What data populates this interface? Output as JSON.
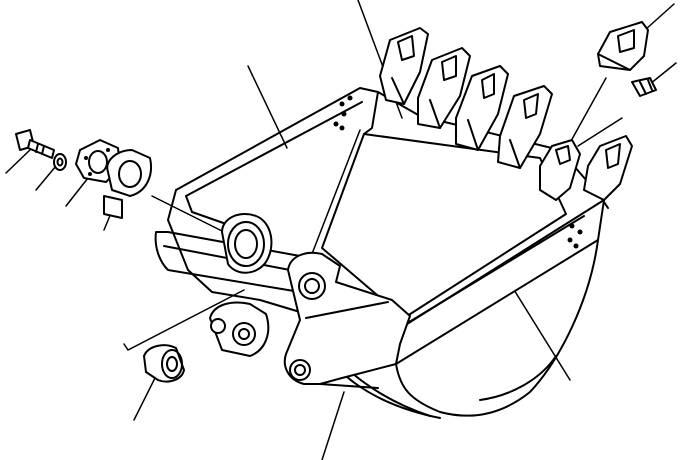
{
  "figure": {
    "description_text": "",
    "parts": [
      {
        "id": "bucket-body"
      },
      {
        "id": "tooth-row"
      },
      {
        "id": "tooth-tip"
      },
      {
        "id": "lock-pin"
      },
      {
        "id": "side-cutter"
      },
      {
        "id": "bolt"
      },
      {
        "id": "washer"
      },
      {
        "id": "flange-plate"
      },
      {
        "id": "shim"
      },
      {
        "id": "bushing"
      },
      {
        "id": "boss"
      },
      {
        "id": "link-bracket"
      },
      {
        "id": "bucket-bottom"
      },
      {
        "id": "side-plate"
      }
    ],
    "colors": {
      "ink": "#000000",
      "paper": "#ffffff"
    }
  }
}
